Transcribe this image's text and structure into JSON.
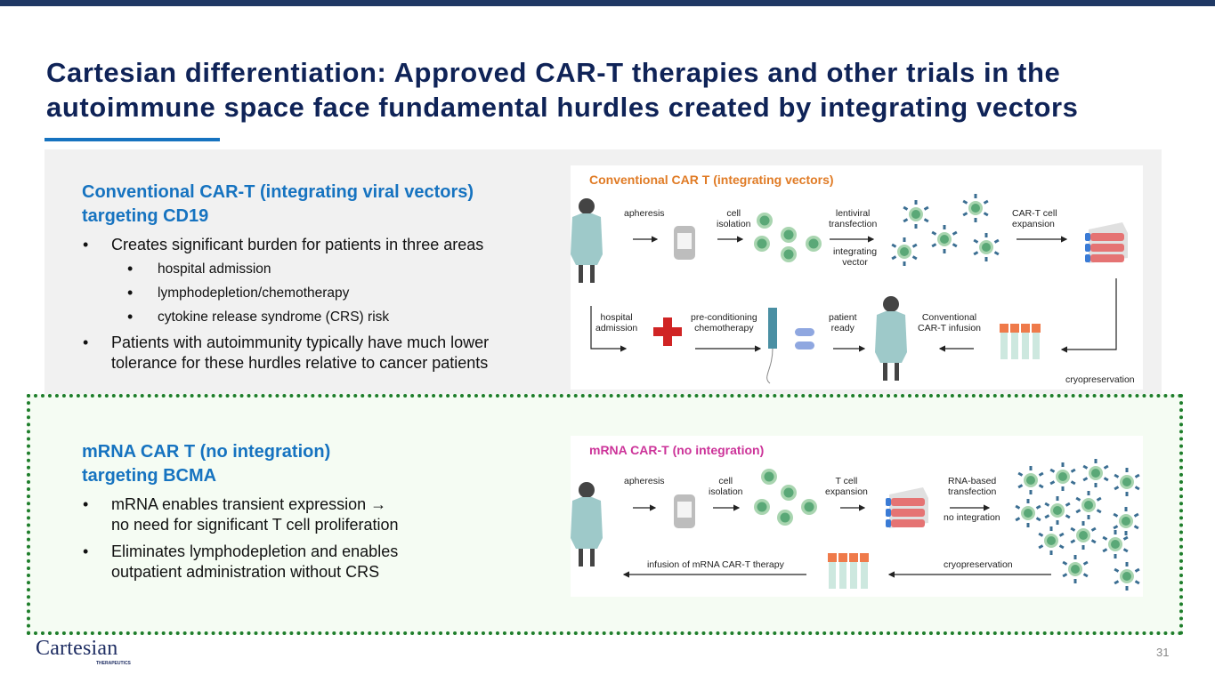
{
  "slide": {
    "title_line1": "Cartesian differentiation: Approved CAR-T therapies and other trials in the",
    "title_line2": "autoimmune space face fundamental hurdles created by integrating vectors",
    "page_number": "31",
    "colors": {
      "topbar": "#1f3864",
      "title": "#0f2357",
      "accent_blue": "#1673c0",
      "green_border": "#1e7d2b",
      "orange": "#e07b25",
      "magenta": "#cc3399"
    }
  },
  "conventional": {
    "heading_line1": "Conventional CAR-T (integrating viral vectors)",
    "heading_line2": "targeting CD19",
    "bullets": [
      {
        "text": "Creates significant burden for patients in three areas"
      },
      {
        "text": "hospital admission"
      },
      {
        "text": "lymphodepletion/chemotherapy"
      },
      {
        "text": "cytokine release syndrome (CRS) risk"
      },
      {
        "text_line1": "Patients with autoimmunity typically have much lower",
        "text_line2": "tolerance for these hurdles relative to cancer patients"
      }
    ],
    "figure": {
      "title": "Conventional CAR T (integrating vectors)",
      "labels": {
        "apheresis": "apheresis",
        "cell_isolation_1": "cell",
        "cell_isolation_2": "isolation",
        "lentiviral_1": "lentiviral",
        "lentiviral_2": "transfection",
        "integrating_1": "integrating",
        "integrating_2": "vector",
        "expansion_1": "CAR-T cell",
        "expansion_2": "expansion",
        "hospital_1": "hospital",
        "hospital_2": "admission",
        "precond_1": "pre-conditioning",
        "precond_2": "chemotherapy",
        "ready_1": "patient",
        "ready_2": "ready",
        "infusion_1": "Conventional",
        "infusion_2": "CAR-T infusion",
        "cryo": "cryopreservation"
      }
    }
  },
  "mrna": {
    "heading_line1": "mRNA CAR T (no integration)",
    "heading_line2": "targeting BCMA",
    "bullets": [
      {
        "text_line1": "mRNA enables transient expression →",
        "text_line2": "no need for significant T cell proliferation"
      },
      {
        "text_line1": "Eliminates lymphodepletion and enables",
        "text_line2": "outpatient administration without CRS"
      }
    ],
    "figure": {
      "title": "mRNA CAR-T (no integration)",
      "labels": {
        "apheresis": "apheresis",
        "cell_isolation_1": "cell",
        "cell_isolation_2": "isolation",
        "expansion_1": "T cell",
        "expansion_2": "expansion",
        "rna_1": "RNA-based",
        "rna_2": "transfection",
        "no_integration": "no integration",
        "infusion": "infusion of mRNA CAR-T therapy",
        "cryo": "cryopreservation"
      }
    }
  },
  "logo": {
    "name": "Cartesian",
    "sub": "THERAPEUTICS"
  }
}
